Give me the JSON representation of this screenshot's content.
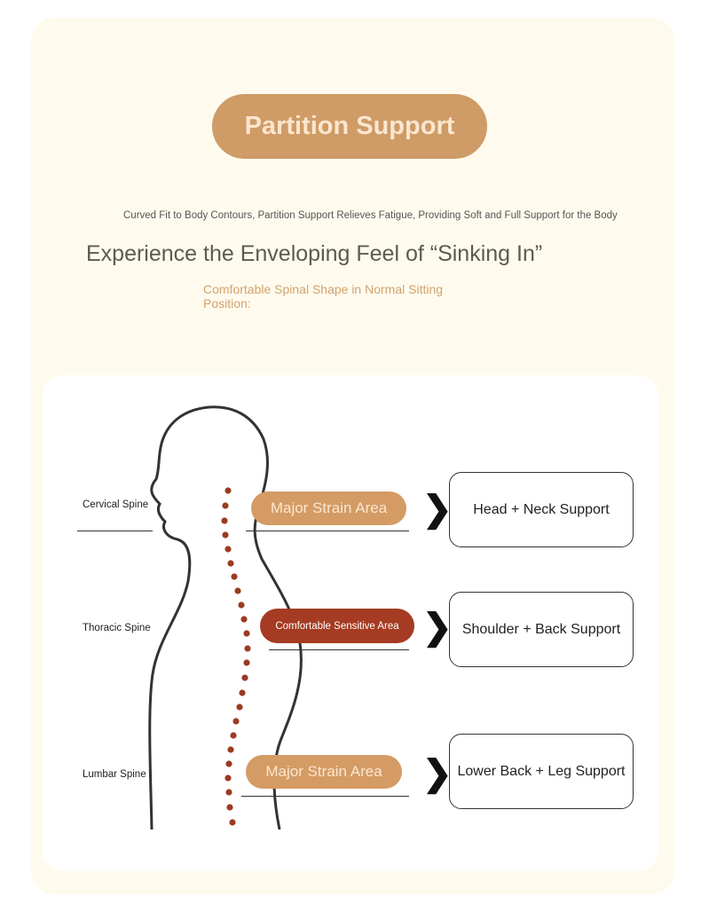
{
  "title": "Partition Support",
  "subtitle": "Curved Fit to Body Contours, Partition Support Relieves Fatigue, Providing Soft and Full Support for the Body",
  "heading": "Experience the Enveloping Feel of “Sinking In”",
  "subheading": "Comfortable Spinal Shape in Normal Sitting Position:",
  "colors": {
    "accent": "#cf9b66",
    "sensitive": "#a53b22",
    "background": "#fefbee"
  },
  "diagram": {
    "spine_labels": [
      "Cervical Spine",
      "Thoracic Spine",
      "Lumbar Spine"
    ],
    "areas": [
      "Major Strain Area",
      "Comfortable Sensitive Area",
      "Major Strain Area"
    ],
    "supports": [
      "Head + Neck Support",
      "Shoulder + Back Support",
      "Lower Back + Leg Support"
    ],
    "arrow_icon": "chevron-right-icon"
  }
}
